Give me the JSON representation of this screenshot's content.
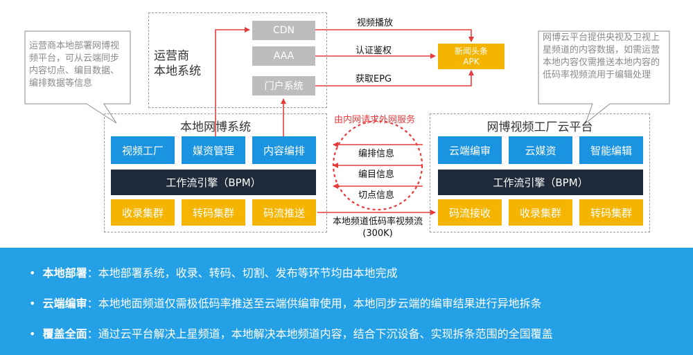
{
  "operator": {
    "title_line1": "运营商",
    "title_line2": "本地系统",
    "boxes": [
      "CDN",
      "AAA",
      "门户系统"
    ]
  },
  "apk": {
    "line1": "新闻头条",
    "line2": "APK"
  },
  "arrows": {
    "video_play": "视频播放",
    "auth": "认证鉴权",
    "epg": "获取EPG",
    "service_req": "由内网请求外网服务",
    "schedule_info": "编排信息",
    "catalog_info": "编目信息",
    "cut_info": "切点信息",
    "stream_label_line1": "本地频道低码率视频流",
    "stream_label_line2": "(300K)"
  },
  "local_system": {
    "title": "本地网博系统",
    "top_row": [
      "视频工厂",
      "媒资管理",
      "内容编排"
    ],
    "workflow": "工作流引擎（BPM）",
    "bottom_row": [
      "收录集群",
      "转码集群",
      "码流推送"
    ]
  },
  "cloud_platform": {
    "title": "网博视频工厂云平台",
    "top_row": [
      "云端编审",
      "云媒资",
      "智能编辑"
    ],
    "workflow": "工作流引擎（BPM）",
    "bottom_row": [
      "码流接收",
      "收录集群",
      "转码集群"
    ]
  },
  "notes": {
    "left": "运营商本地部署网博视频平台，可从云端同步内容切点、编目数据、编排数据等信息",
    "right": "网博云平台提供央视及卫视上星频道的内容数据，如需运营本地内容仅需推送本地内容的低码率视频流用于编辑处理"
  },
  "bullets": [
    {
      "key": "本地部署",
      "text": "：本地部署系统，收录、转码、切割、发布等环节均由本地完成"
    },
    {
      "key": "云端编审",
      "text": "：本地地面频道仅需极低码率推送至云端供编审使用，本地同步云端的编审结果进行异地拆条"
    },
    {
      "key": "覆盖全面",
      "text": "：通过云平台解决上星频道，本地解决本地频道内容，结合下沉设备、实现拆条范围的全国覆盖"
    }
  ],
  "colors": {
    "accent_blue": "#1a93e0",
    "gold": "#f5b400",
    "dark": "#1f2a3a",
    "arrow_red": "#e83a3a",
    "band_blue": "#23a0e6"
  }
}
